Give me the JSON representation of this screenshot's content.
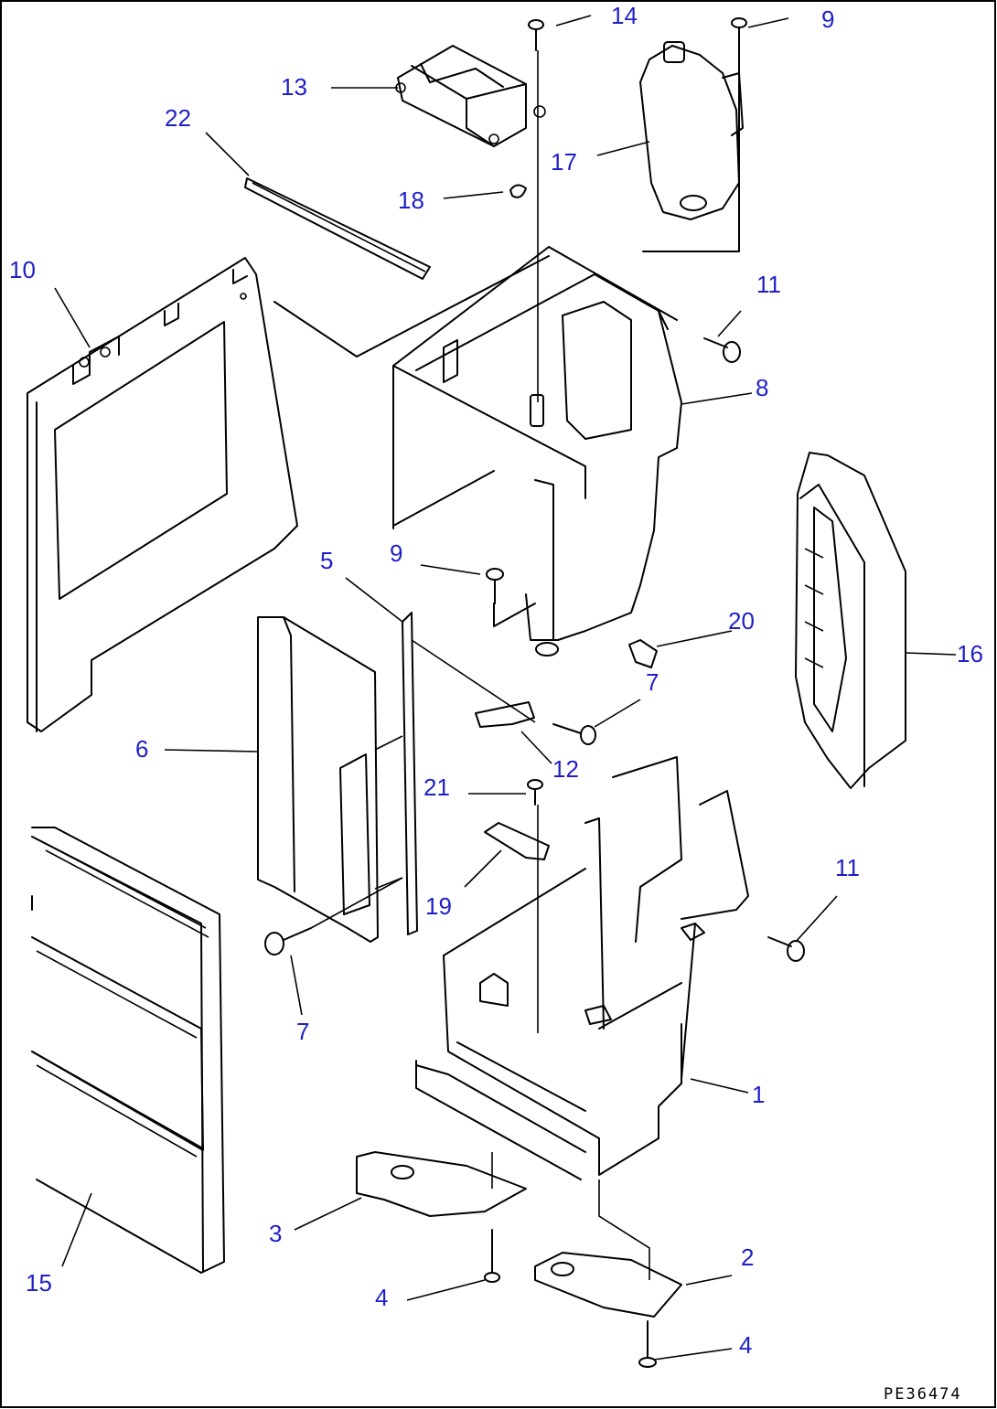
{
  "callouts": {
    "c1": "1",
    "c2": "2",
    "c3": "3",
    "c4a": "4",
    "c4b": "4",
    "c5": "5",
    "c6": "6",
    "c7a": "7",
    "c7b": "7",
    "c8": "8",
    "c9a": "9",
    "c9b": "9",
    "c10": "10",
    "c11a": "11",
    "c11b": "11",
    "c12": "12",
    "c13": "13",
    "c14": "14",
    "c15": "15",
    "c16": "16",
    "c17": "17",
    "c18": "18",
    "c19": "19",
    "c20": "20",
    "c21": "21",
    "c22": "22"
  },
  "drawing_code": "PE36474",
  "colors": {
    "callout": "#1f1fc8",
    "line": "#000000",
    "background": "#ffffff"
  }
}
